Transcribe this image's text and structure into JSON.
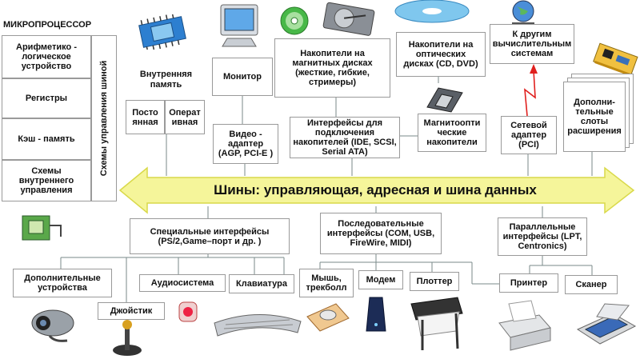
{
  "cpu": {
    "title": "МИКРОПРОЦЕССОР",
    "items": [
      "Арифметико - логическое устройство",
      "Регистры",
      "Кэш - память",
      "Схемы внутреннего управления"
    ],
    "bus_control": "Схемы управления шиной"
  },
  "memory": {
    "title": "Внутренняя память",
    "rom": "Посто янная",
    "ram": "Операт ивная"
  },
  "monitor": "Монитор",
  "video_adapter": "Видео - адаптер (AGP, PCI-E )",
  "magnetic_storage": "Накопители на магнитных дисках (жесткие, гибкие, стримеры)",
  "optical_storage": "Накопители на оптических дисках (CD, DVD)",
  "storage_interfaces": "Интерфейсы для подключения накопителей (IDE, SCSI, Serial ATA)",
  "magneto_optical": "Магнитоопти ческие накопители",
  "other_systems": "К другим вычислительным системам",
  "network_adapter": "Сетевой адаптер (PCI)",
  "expansion_slots": "Дополни- тельные слоты расширения",
  "bus": "Шины: управляющая, адресная и шина данных",
  "special_interfaces": "Специальные интерфейсы (PS/2,Game–порт и др. )",
  "serial_interfaces": "Последовательные интерфейсы (COM, USB, FireWire, MIDI)",
  "parallel_interfaces": "Параллельные интерфейсы (LPT, Centronics)",
  "devices": {
    "extra": "Дополнительные устройства",
    "joystick": "Джойстик",
    "audio": "Аудиосистема",
    "keyboard": "Клавиатура",
    "mouse": "Мышь, трекболл",
    "modem": "Модем",
    "plotter": "Плоттер",
    "printer": "Принтер",
    "scanner": "Сканер"
  },
  "colors": {
    "bus_arrow": "#f5f59a",
    "bus_arrow_edge": "#d9d94a",
    "wire": "#7a8a8a",
    "network_link": "#e0201e"
  },
  "icons": [
    "chip-icon",
    "monitor-icon",
    "cd-icon",
    "hard-drive-icon",
    "optical-disc-icon",
    "globe-icon",
    "expansion-card-icon",
    "floppy-icon",
    "webcam-icon",
    "joystick-icon",
    "speaker-icon",
    "keyboard-icon",
    "mouse-icon",
    "modem-icon",
    "plotter-icon",
    "printer-icon",
    "scanner-icon"
  ]
}
